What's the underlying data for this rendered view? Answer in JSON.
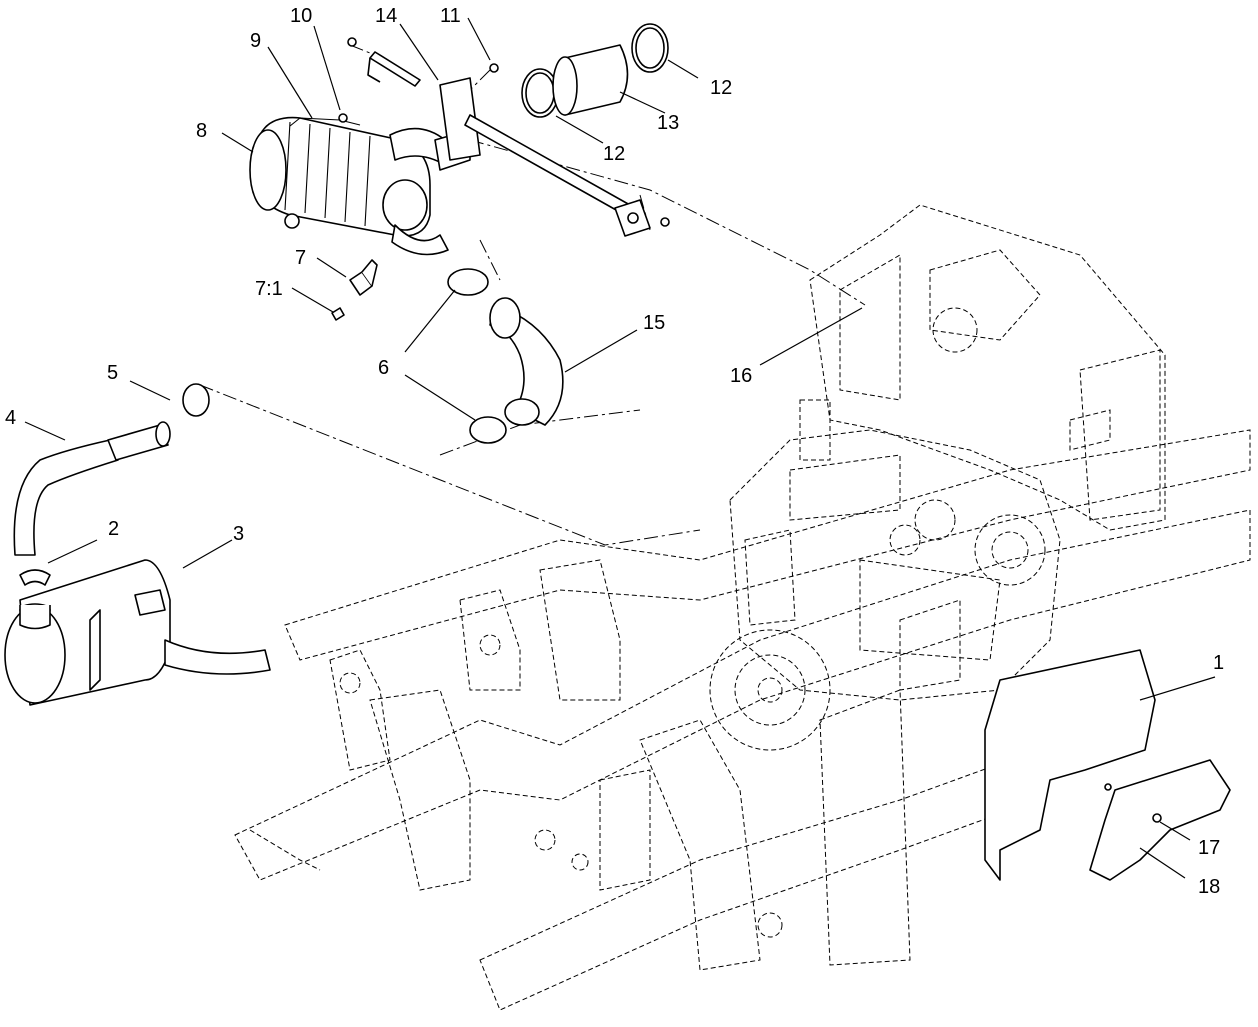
{
  "callouts": [
    {
      "id": "1",
      "text": "1"
    },
    {
      "id": "2",
      "text": "2"
    },
    {
      "id": "3",
      "text": "3"
    },
    {
      "id": "4",
      "text": "4"
    },
    {
      "id": "5",
      "text": "5"
    },
    {
      "id": "6a",
      "text": "6"
    },
    {
      "id": "7",
      "text": "7"
    },
    {
      "id": "7-1",
      "text": "7:1"
    },
    {
      "id": "8",
      "text": "8"
    },
    {
      "id": "9",
      "text": "9"
    },
    {
      "id": "10",
      "text": "10"
    },
    {
      "id": "11",
      "text": "11"
    },
    {
      "id": "12a",
      "text": "12"
    },
    {
      "id": "12b",
      "text": "12"
    },
    {
      "id": "13",
      "text": "13"
    },
    {
      "id": "14",
      "text": "14"
    },
    {
      "id": "15",
      "text": "15"
    },
    {
      "id": "16",
      "text": "16"
    },
    {
      "id": "17",
      "text": "17"
    },
    {
      "id": "18",
      "text": "18"
    }
  ]
}
